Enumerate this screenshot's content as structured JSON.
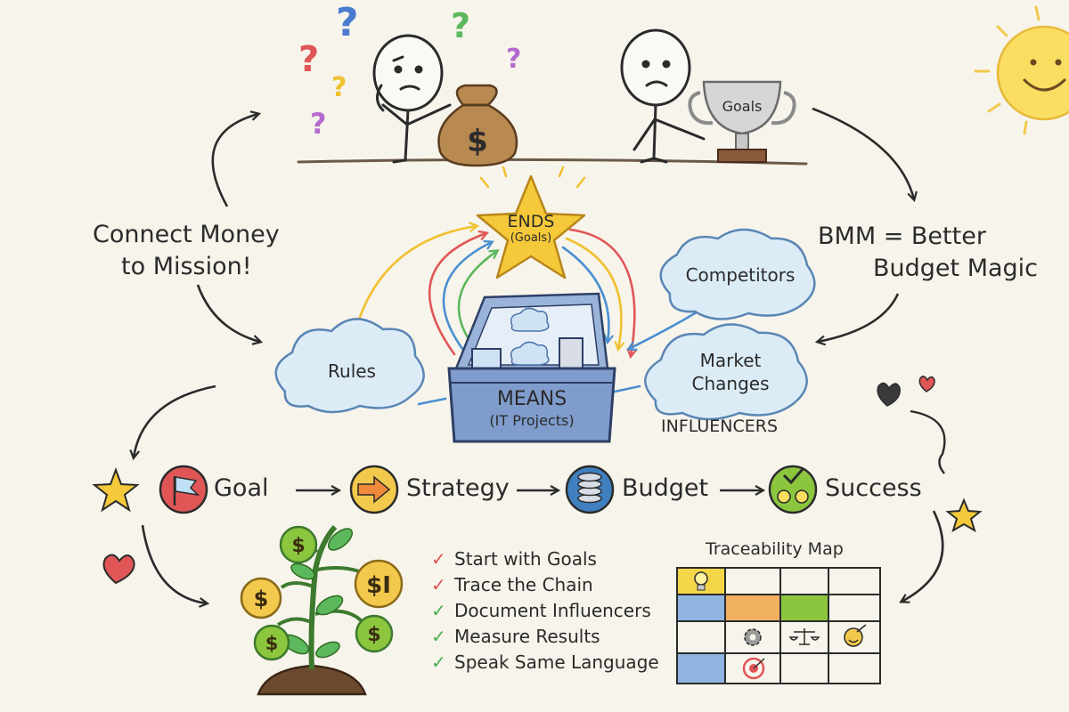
{
  "colors": {
    "background": "#f7f4ec",
    "ink": "#2b2b2b",
    "star": "#f5c93a",
    "sun": "#f9de62",
    "chest": "#7f9ccc",
    "cloud": "#dcecf7",
    "check_red": "#d9534f",
    "check_green": "#4caf50",
    "goal_circle": "#e05656",
    "strategy_circle": "#f2c94c",
    "budget_circle": "#3f7fbf",
    "success_circle": "#8cc63f"
  },
  "header": {
    "money_bag_symbol": "$",
    "trophy_label": "Goals"
  },
  "left_caption": {
    "line1": "Connect Money",
    "line2": "to Mission!"
  },
  "right_caption": {
    "line1": "BMM = Better",
    "line2": "Budget Magic"
  },
  "ends": {
    "title": "ENDS",
    "subtitle": "(Goals)"
  },
  "means": {
    "title": "MEANS",
    "subtitle": "(IT Projects)"
  },
  "clouds": {
    "rules": "Rules",
    "competitors": "Competitors",
    "market_line1": "Market",
    "market_line2": "Changes"
  },
  "influencers_label": "INFLUENCERS",
  "flow": {
    "steps": [
      {
        "label": "Goal",
        "icon": "flag-icon"
      },
      {
        "label": "Strategy",
        "icon": "arrow-right-icon"
      },
      {
        "label": "Budget",
        "icon": "coin-stack-icon"
      },
      {
        "label": "Success",
        "icon": "smiley-check-icon"
      }
    ]
  },
  "money_tree": {
    "coin_symbols": [
      "$",
      "$",
      "$",
      "$",
      "$I"
    ]
  },
  "checklist": [
    {
      "mark": "✓",
      "text": "Start with Goals",
      "color": "#d9534f"
    },
    {
      "mark": "✓",
      "text": "Trace the Chain",
      "color": "#d9534f"
    },
    {
      "mark": "✓",
      "text": "Document Influencers",
      "color": "#4caf50"
    },
    {
      "mark": "✓",
      "text": "Measure Results",
      "color": "#4caf50"
    },
    {
      "mark": "✓",
      "text": "Speak Same Language",
      "color": "#4caf50"
    }
  ],
  "traceability": {
    "title": "Traceability Map",
    "cell_icons": [
      "lightbulb-icon",
      "gear-icon",
      "scales-icon",
      "target-smiley-icon",
      "target-icon"
    ]
  }
}
